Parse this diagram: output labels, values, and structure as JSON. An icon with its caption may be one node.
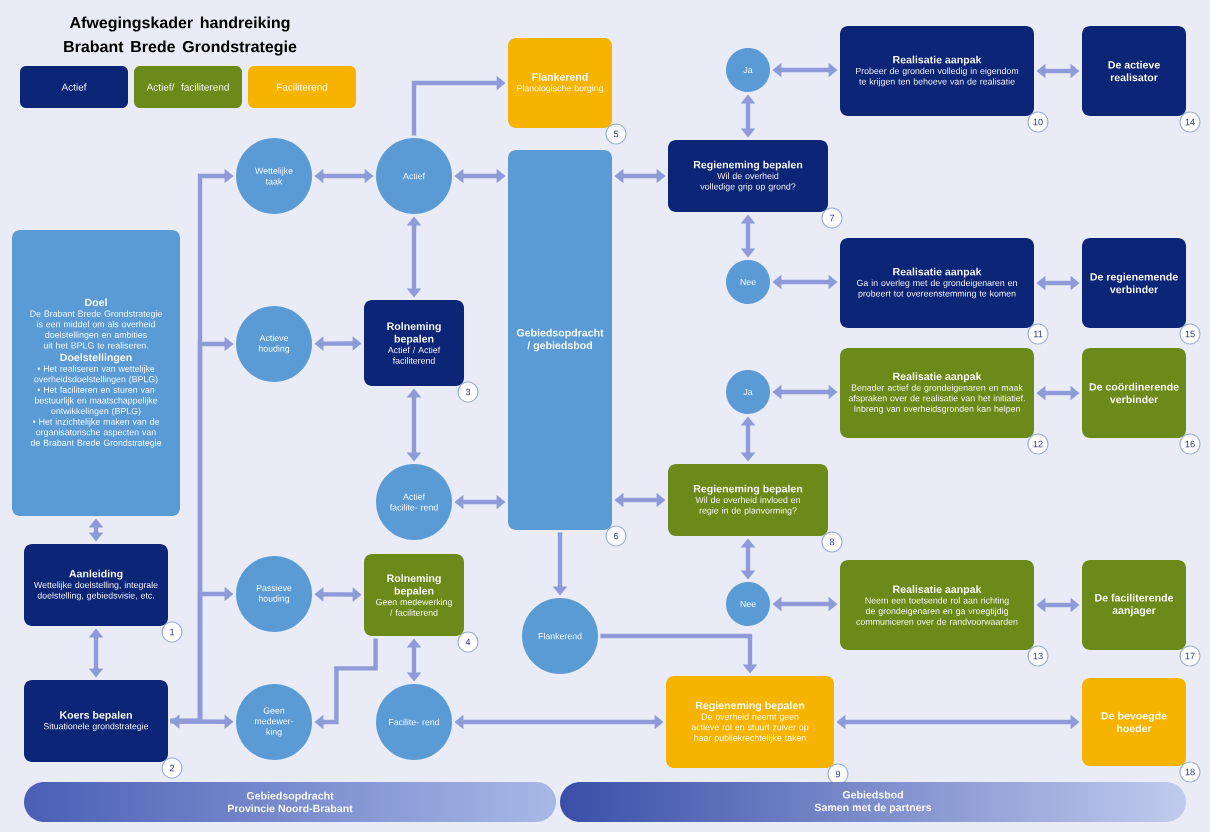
{
  "diagram": {
    "title": "Afwegingskader handreiking Brabant Brede Grondstrategie",
    "nodes": [
      {
        "text": [
          "Doel",
          "De Brabant Brede Grondstrategie is een middel om als overheid doelstellingen en ambities uit het BPLG te realiseren.",
          "Doelstellingen",
          "• Het realiseren van wettelijke overheidsdoelstellingen (BPLG)",
          "• Het faciliteren en sturen van bestuurlijk en maatschappelijke ontwikkelingen (BPLG)",
          "• Het inzichtelijke maken van de organisatorische aspecten van de Brabant Brede Grondstrategie"
        ]
      },
      {
        "text": [
          "Aanleiding",
          "Wettelijke doelstelling, integrale doelstelling, gebiedsvisie, etc."
        ],
        "beside": [
          "1"
        ]
      },
      {
        "text": [
          "Koers bepalen",
          "Situationele grondstrategie"
        ],
        "beside": [
          "2"
        ]
      },
      {
        "text": [
          "Wettelijke taak"
        ]
      },
      {
        "text": [
          "Actieve houding"
        ]
      },
      {
        "text": [
          "Passieve houding"
        ]
      },
      {
        "text": [
          "Geen medewer- king"
        ]
      },
      {
        "text": [
          "Actief"
        ]
      },
      {
        "text": [
          "Rolneming bepalen",
          "Actief / Actief faciliterend"
        ],
        "beside": [
          "3"
        ]
      },
      {
        "text": [
          "Actief facilite- rend"
        ]
      },
      {
        "text": [
          "Rolneming bepalen",
          "Geen medewerking / faciliterend"
        ],
        "beside": [
          "4"
        ]
      },
      {
        "text": [
          "Facilite- rend"
        ]
      },
      {
        "text": [
          "Flankerend",
          "Planologische borging"
        ],
        "beside": [
          "5"
        ]
      },
      {
        "text": [
          "Gebiedsopdracht / gebiedsbod"
        ],
        "beside": [
          "6"
        ]
      },
      {
        "text": [
          "Flankerend"
        ]
      },
      {
        "text": [
          "Regieneming bepalen",
          "Wil de overheid volledige grip op grond?"
        ],
        "beside": [
          "7"
        ]
      },
      {
        "text": [
          "Ja"
        ]
      },
      {
        "text": [
          "Nee"
        ]
      },
      {
        "text": [
          "Regieneming bepalen",
          "Wil de overheid invloed en regie in de planvorming?"
        ],
        "beside": [
          "8"
        ]
      },
      {
        "text": [
          "Ja"
        ]
      },
      {
        "text": [
          "Nee"
        ]
      },
      {
        "text": [
          "Regieneming bepalen",
          "De overheid neemt geen actieve rol en stuurt zuiver op haar publiekrechtelijke taken"
        ],
        "beside": [
          "9"
        ]
      },
      {
        "text": [
          "Realisatie aanpak",
          "Probeer de gronden volledig in eigendom te krijgen ten behoeve van de realisatie"
        ],
        "beside": [
          "10"
        ]
      },
      {
        "text": [
          "Realisatie aanpak",
          "Ga in overleg met de grondeigenaren en probeert tot overeenstemming te komen"
        ],
        "beside": [
          "11"
        ]
      },
      {
        "text": [
          "Realisatie aanpak",
          "Benader actief de grondeigenaren en maak afspraken over de realisatie van het initiatief. Inbreng van overheidsgronden kan helpen"
        ],
        "beside": [
          "12"
        ]
      },
      {
        "text": [
          "Realisatie aanpak",
          "Neem een toetsende rol aan richting de grondeigenaren en ga vroegtijdig communiceren over de randvoorwaarden"
        ],
        "beside": [
          "13"
        ]
      },
      {
        "text": [
          "De actieve realisator"
        ],
        "beside": [
          "14"
        ]
      },
      {
        "text": [
          "De regienemende verbinder"
        ],
        "beside": [
          "15"
        ]
      },
      {
        "text": [
          "De coördinerende verbinder"
        ],
        "beside": [
          "16"
        ]
      },
      {
        "text": [
          "De faciliterende aanjager"
        ],
        "beside": [
          "17"
        ]
      },
      {
        "text": [
          "De bevoegde hoeder"
        ],
        "beside": [
          "18"
        ]
      },
      {
        "text": [
          "Gebiedsopdracht",
          "Provincie Noord-Brabant"
        ]
      },
      {
        "text": [
          "Gebiedsbod",
          "Samen met de partners"
        ]
      }
    ],
    "edges": [
      {
        "from": 0,
        "to": 1,
        "arrow": "both"
      },
      {
        "from": 1,
        "to": 2,
        "arrow": "both"
      },
      {
        "from": 2,
        "to": 3,
        "arrow": "to"
      },
      {
        "from": 2,
        "to": 4,
        "arrow": "to"
      },
      {
        "from": 2,
        "to": 5,
        "arrow": "to"
      },
      {
        "from": 2,
        "to": 6,
        "arrow": "both"
      },
      {
        "from": 3,
        "to": 7,
        "arrow": "both"
      },
      {
        "from": 4,
        "to": 8,
        "arrow": "both"
      },
      {
        "from": 5,
        "to": 10,
        "arrow": "both"
      },
      {
        "from": 10,
        "to": 6,
        "arrow": "to"
      },
      {
        "from": 7,
        "to": 12,
        "arrow": "to"
      },
      {
        "from": 7,
        "to": 13,
        "arrow": "both"
      },
      {
        "from": 7,
        "to": 8,
        "arrow": "both"
      },
      {
        "from": 8,
        "to": 9,
        "arrow": "both"
      },
      {
        "from": 9,
        "to": 13,
        "arrow": "both"
      },
      {
        "from": 10,
        "to": 11,
        "arrow": "both"
      },
      {
        "from": 11,
        "to": 21,
        "arrow": "both"
      },
      {
        "from": 13,
        "to": 14,
        "arrow": "to"
      },
      {
        "from": 14,
        "to": 21,
        "arrow": "to"
      },
      {
        "from": 13,
        "to": 15,
        "arrow": "both"
      },
      {
        "from": 13,
        "to": 18,
        "arrow": "both"
      },
      {
        "from": 15,
        "to": 16,
        "arrow": "both"
      },
      {
        "from": 15,
        "to": 17,
        "arrow": "both"
      },
      {
        "from": 16,
        "to": 22,
        "arrow": "both"
      },
      {
        "from": 17,
        "to": 23,
        "arrow": "both"
      },
      {
        "from": 18,
        "to": 19,
        "arrow": "both"
      },
      {
        "from": 18,
        "to": 20,
        "arrow": "both"
      },
      {
        "from": 19,
        "to": 24,
        "arrow": "both"
      },
      {
        "from": 20,
        "to": 25,
        "arrow": "both"
      },
      {
        "from": 22,
        "to": 26,
        "arrow": "both"
      },
      {
        "from": 23,
        "to": 27,
        "arrow": "both"
      },
      {
        "from": 24,
        "to": 28,
        "arrow": "both"
      },
      {
        "from": 25,
        "to": 29,
        "arrow": "both"
      },
      {
        "from": 21,
        "to": 30,
        "arrow": "both"
      }
    ],
    "legend": [
      {
        "text": "Actief",
        "color": "#0c2577"
      },
      {
        "text": "Actief/ faciliterend",
        "color": "#6c8a1a"
      },
      {
        "text": "Faciliterend",
        "color": "#f6b400"
      }
    ]
  }
}
